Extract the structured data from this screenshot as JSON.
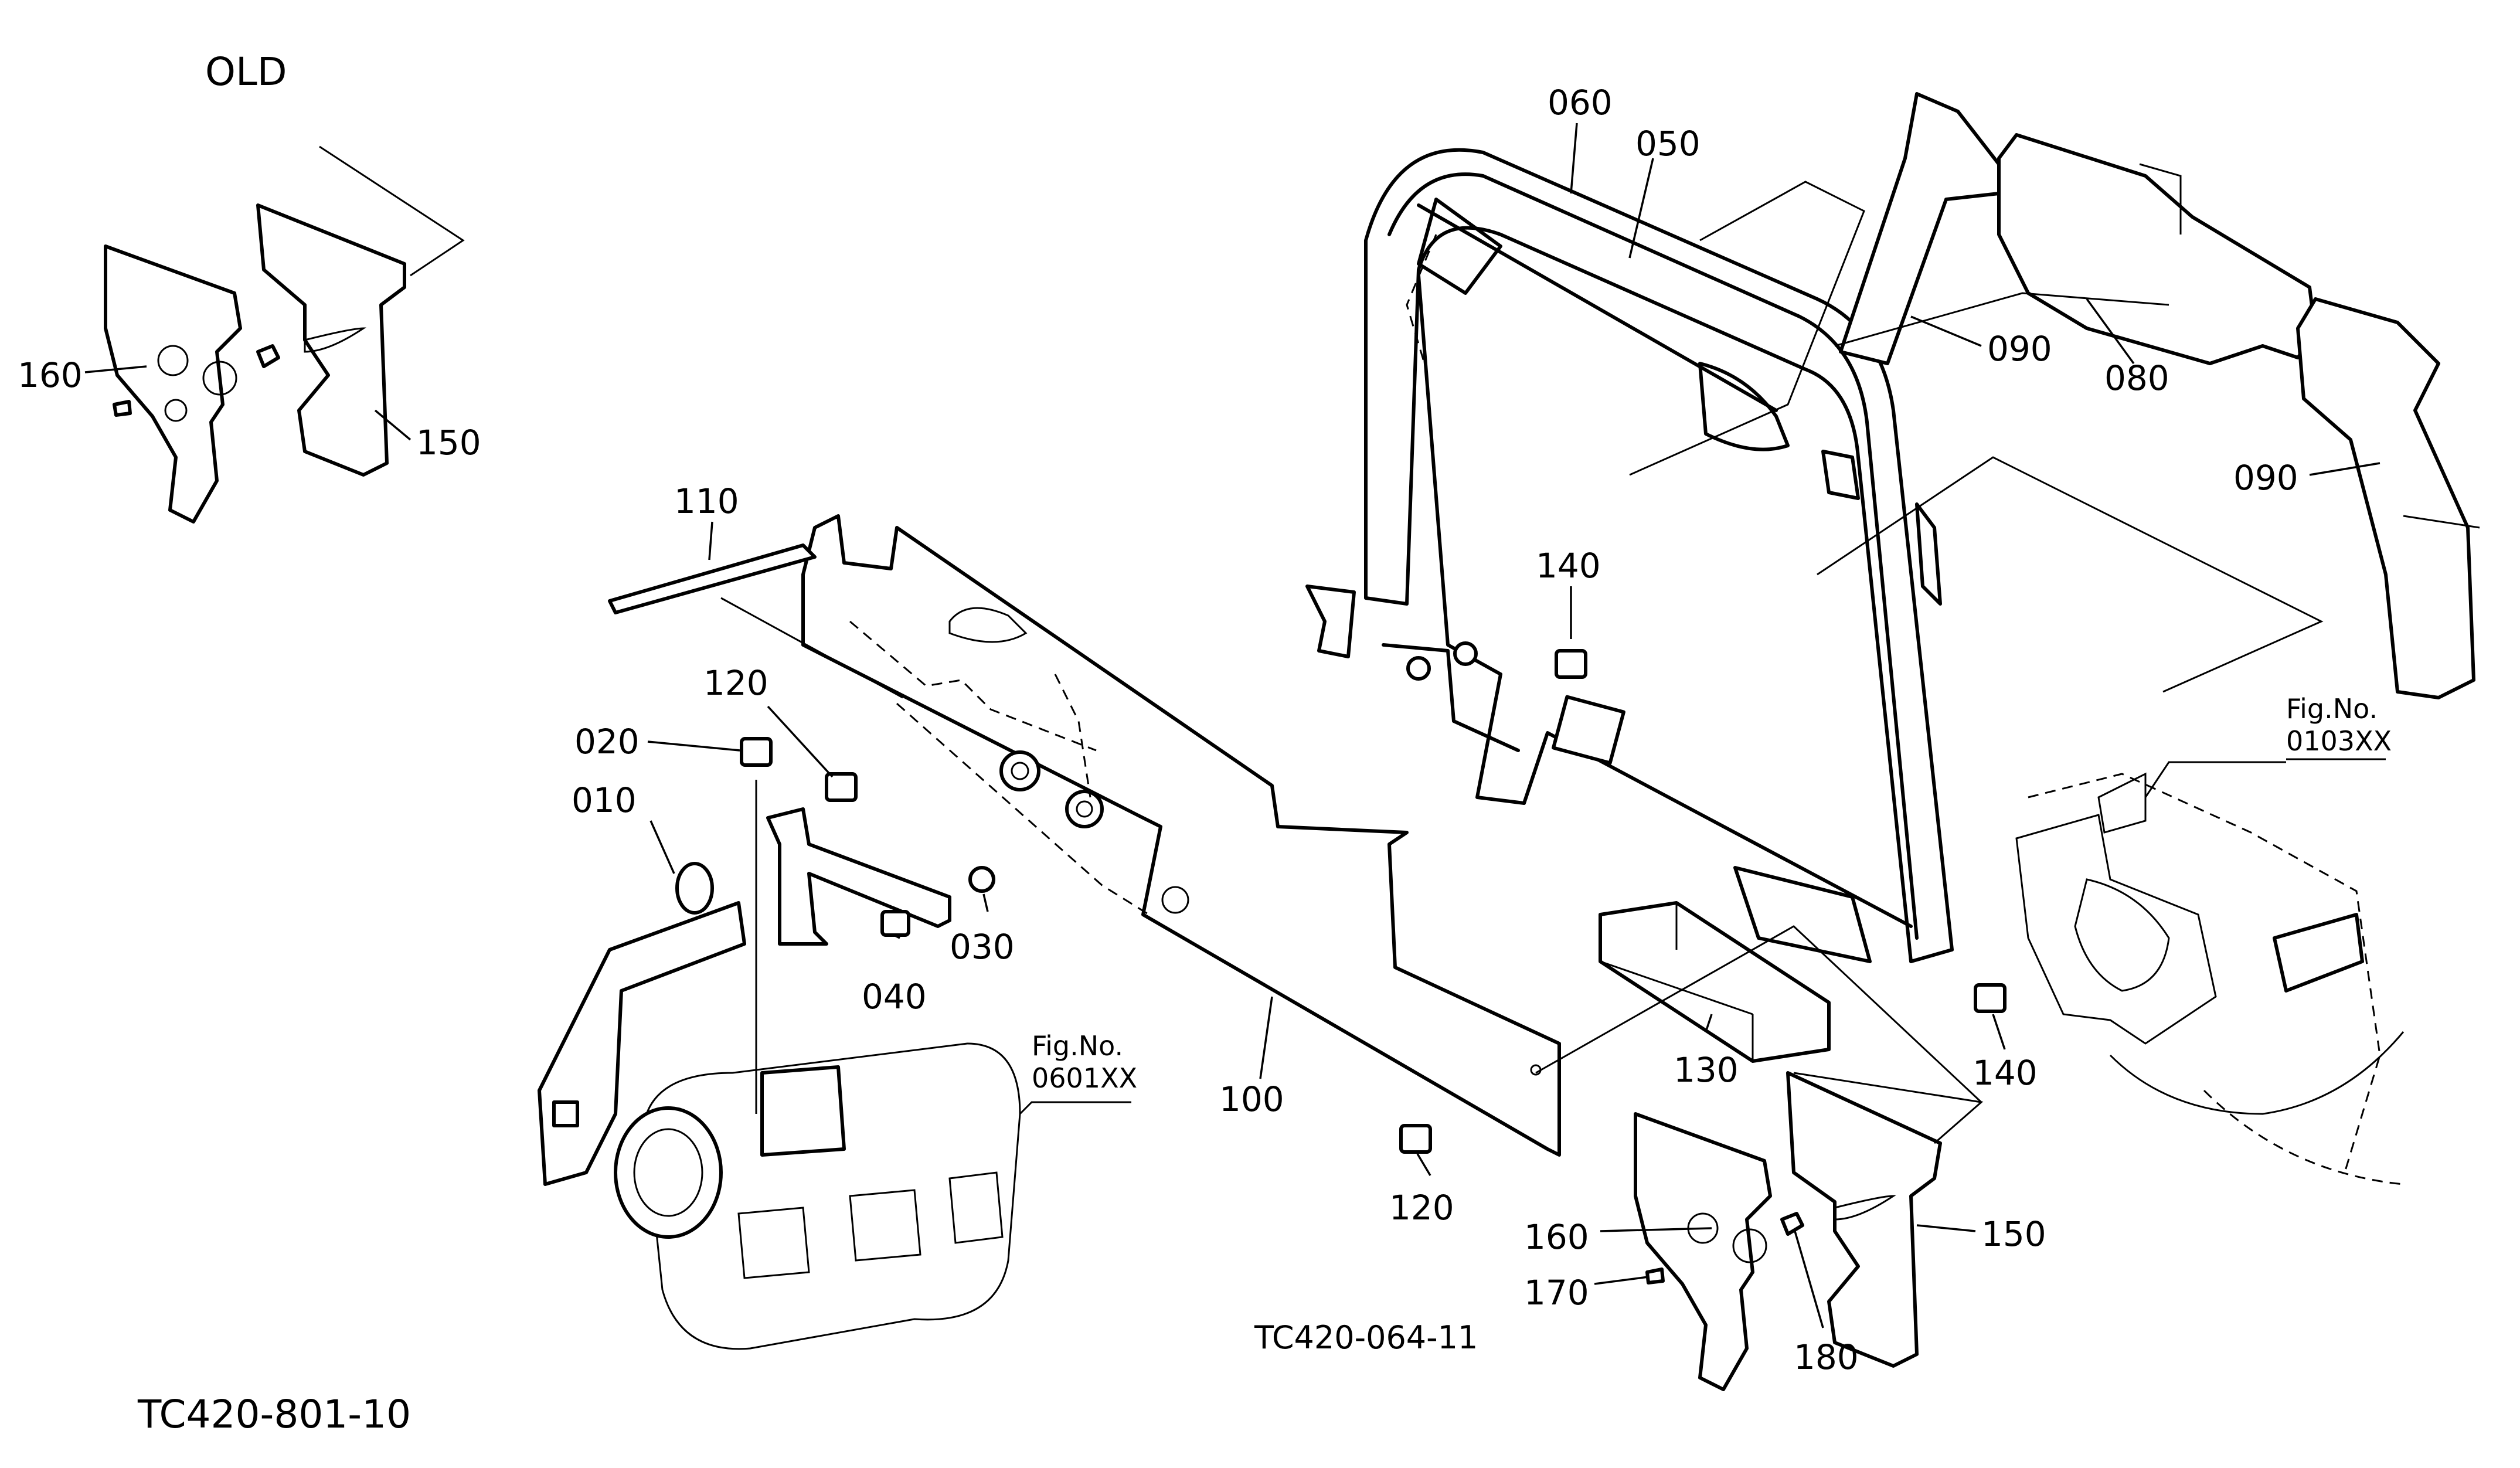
{
  "header": {
    "title": "OLD"
  },
  "codes": {
    "main": "TC420-064-11",
    "old": "TC420-801-10"
  },
  "figure_refs": [
    {
      "fig": "Fig.No.",
      "no": "0601XX"
    },
    {
      "fig": "Fig.No.",
      "no": "0103XX"
    }
  ],
  "callouts": [
    "060",
    "050",
    "090",
    "080",
    "090",
    "110",
    "140",
    "120",
    "020",
    "010",
    "030",
    "040",
    "100",
    "130",
    "140",
    "120",
    "160",
    "170",
    "180",
    "150",
    "160",
    "150"
  ],
  "colors": {
    "line": "#000000",
    "background": "#ffffff"
  }
}
